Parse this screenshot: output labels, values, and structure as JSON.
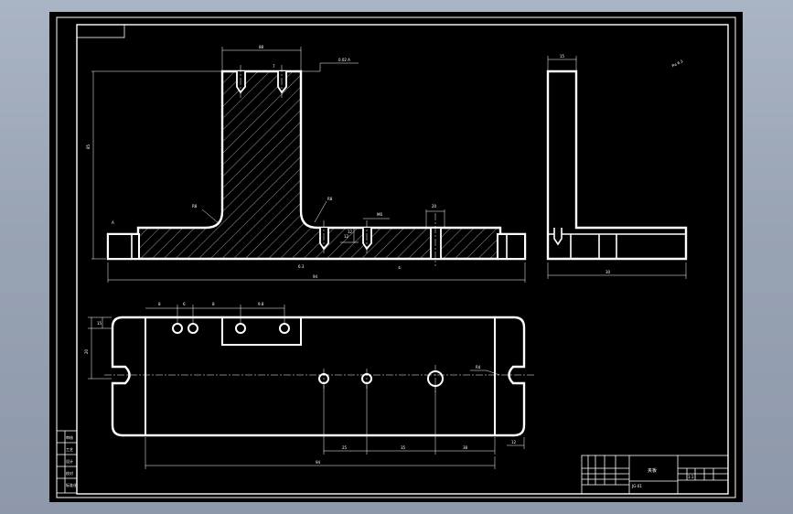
{
  "drawing": {
    "main_view": {
      "dim_top_width": "88",
      "dim_height": "85",
      "dim_total_length": "94",
      "dim_right_slot": "20",
      "dim_hole_depth": "12",
      "dim_thread": "M6",
      "dim_pitch_a": "12",
      "dim_pitch_b": "7",
      "radius_left": "R8",
      "radius_right": "R8",
      "roughness": "6.3",
      "flatness_note": "0.02 A",
      "datum_left": "A",
      "datum_bottom": "①"
    },
    "side_view": {
      "dim_top": "15",
      "dim_width": "30"
    },
    "top_view": {
      "dim_h1": "15",
      "dim_h2": "20",
      "dim_a": "8",
      "dim_b": "6",
      "dim_c": "8",
      "dim_d": "9.8",
      "dim_bottom_1": "25",
      "dim_bottom_2": "35",
      "dim_bottom_3": "38",
      "dim_total": "94",
      "dim_right": "12",
      "dim_slot": "R4"
    },
    "roughness_corner": "Ra 6.3",
    "title_block": {
      "name": "夹板",
      "drawing_no": "JG-01",
      "scale": "1:1"
    },
    "revision_rows": [
      "审核",
      "工艺",
      "设计",
      "校对",
      "标准化"
    ]
  }
}
